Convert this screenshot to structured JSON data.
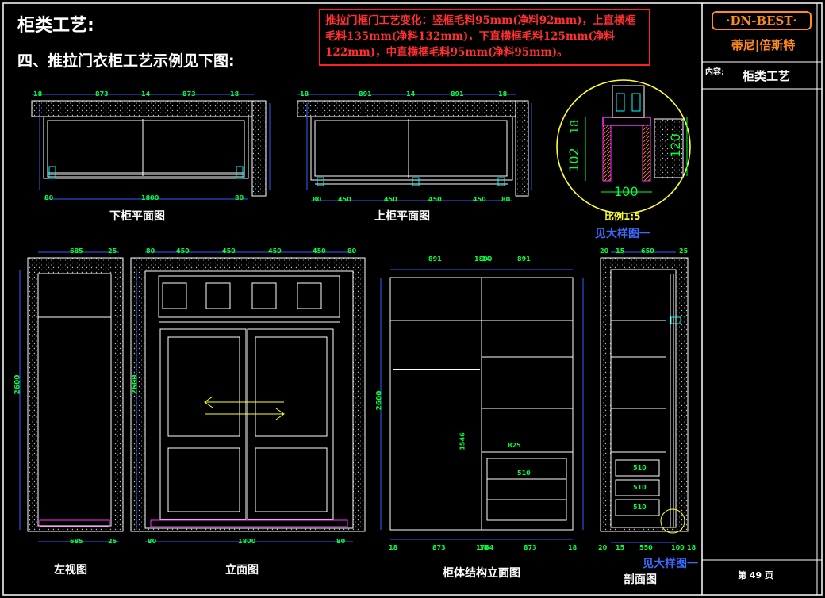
{
  "header": {
    "title": "柜类工艺:",
    "subtitle": "四、推拉门衣柜工艺示例见下图:"
  },
  "note": {
    "text": "推拉门框门工艺变化：竖框毛料95mm(净料92mm)，上直横框毛料135mm(净料132mm)，下直横框毛料125mm(净料122mm)，中直横框毛料95mm(净料95mm)。"
  },
  "title_block": {
    "logo_text": "·DN-BEST·",
    "brand_cn": "蒂尼|倍斯特",
    "content_label": "内容:",
    "content_value": "柜类工艺",
    "page_label": "第 49 页"
  },
  "captions": {
    "lower_plan": "下柜平面图",
    "upper_plan": "上柜平面图",
    "left_view": "左视图",
    "front_view": "立面图",
    "structure": "柜体结构立面图",
    "section": "剖面图",
    "detail_ref_top": "见大样图一",
    "detail_ref_bottom": "见大样图一",
    "detail_scale": "比例1:5"
  },
  "dims": {
    "plan_top_lower": [
      "18",
      "873",
      "14",
      "873",
      "18"
    ],
    "plan_top_upper": [
      "18",
      "891",
      "14",
      "891",
      "18"
    ],
    "plan_bottom_lower": [
      "80",
      "1800",
      "80"
    ],
    "plan_bottom_upper": [
      "80",
      "450",
      "450",
      "450",
      "450",
      "80"
    ],
    "detail": [
      "18",
      "102",
      "120",
      "100"
    ],
    "left_top": [
      "685",
      "25"
    ],
    "left_bottom": [
      "685",
      "25"
    ],
    "left_height": "2600",
    "front_top": [
      "80",
      "450",
      "450",
      "450",
      "450",
      "80"
    ],
    "front_bottom": [
      "80",
      "1800",
      "80"
    ],
    "front_height": "2600",
    "struct_top": [
      "1800",
      "891",
      "14",
      "891"
    ],
    "struct_bottom": [
      "18",
      "873",
      "18",
      "873",
      "18",
      "1764"
    ],
    "struct_inner": [
      "1546",
      "825",
      "510"
    ],
    "struct_height": "2600",
    "section_top": [
      "20",
      "15",
      "650",
      "25"
    ],
    "section_bottom": [
      "20",
      "15",
      "550",
      "100",
      "18"
    ],
    "section_drawers": [
      "510",
      "510",
      "510"
    ]
  },
  "colors": {
    "line": "#ffffff",
    "dimension": "#00ff3c",
    "dim_line": "#3060ff",
    "red": "#ff2020",
    "yellow": "#ffff30",
    "magenta": "#ff30ff",
    "orange": "#ff8a1e"
  }
}
